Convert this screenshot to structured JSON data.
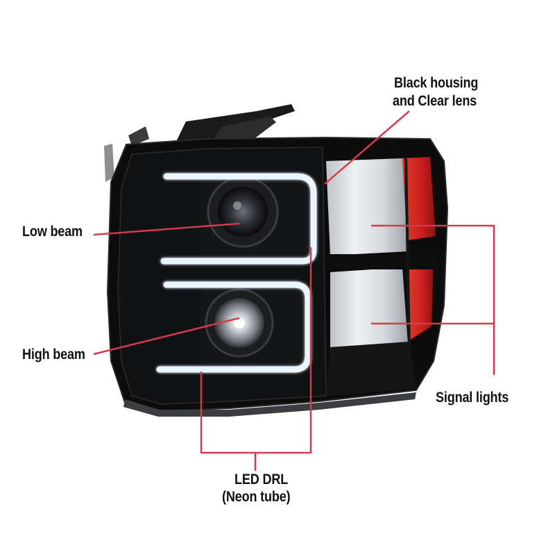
{
  "labels": {
    "housing_line1": "Black housing",
    "housing_line2": "and Clear lens",
    "low_beam": "Low beam",
    "high_beam": "High beam",
    "signal_lights": "Signal lights",
    "drl_line1": "LED DRL",
    "drl_line2": "(Neon tube)"
  },
  "colors": {
    "callout_line": "#d63a4a",
    "housing": "#0c0c0c",
    "drl_tube": "#eaf6ff",
    "amber_lens": "#c81e1e",
    "clear_lens": "#d8dade"
  }
}
